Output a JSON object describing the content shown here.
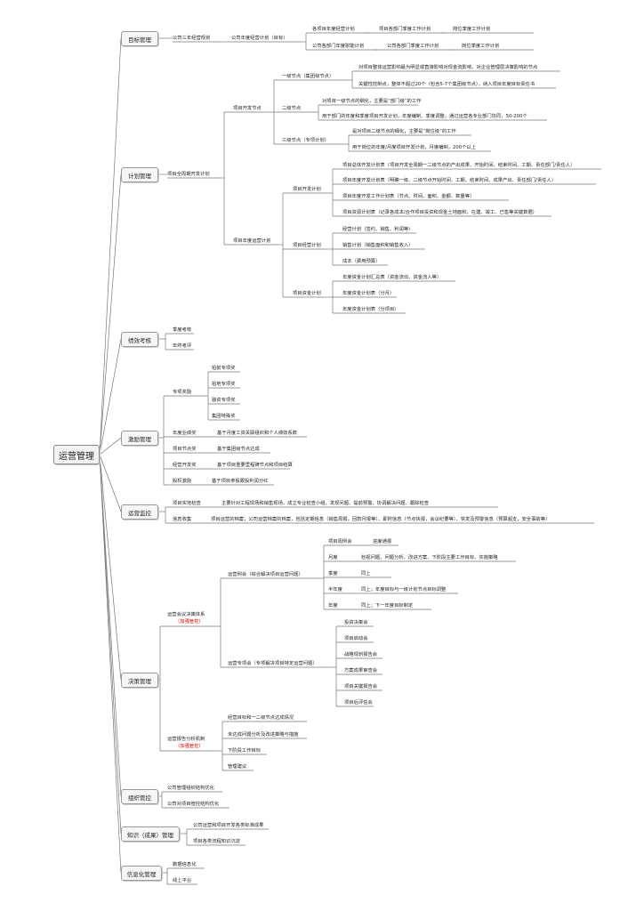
{
  "root": "运营管理",
  "branches": [
    {
      "label": "目标管理",
      "children": [
        {
          "label": "公司三年经营规划",
          "children": [
            {
              "label": "公司年度经营计划（目标）",
              "children": [
                {
                  "label": "各项目年度经营计划"
                },
                {
                  "label": "项目各部门季度工作计划"
                },
                {
                  "label": "岗位季度工作计划"
                },
                {
                  "label": "公司各部门年度职能计划"
                },
                {
                  "label": "公司各部门季度工作计划"
                },
                {
                  "label": "岗位季度工作计划"
                }
              ]
            }
          ]
        }
      ]
    },
    {
      "label": "计划管理",
      "children": [
        {
          "label": "项目全周期开发计划",
          "children": [
            {
              "label": "项目开发节点",
              "children": [
                {
                  "label": "一级节点（集团级节点）",
                  "children": [
                    {
                      "label": "对项目整体运营影响最为明显或直接影响对现金流影响、对企业管理层决策影响的节点"
                    },
                    {
                      "label": "关键性控制点，整体不超过20个（包含5-7个集团级节点），纳入项目年度目标责任书"
                    }
                  ]
                },
                {
                  "label": "二级节点",
                  "children": [
                    {
                      "label": "对项目一级节点的细化，主要是“部门级”的工作"
                    },
                    {
                      "label": "用于部门的年度和季度项目开发计划，年度编制、季度调整，通过运营各专业部门协同，50-200个"
                    }
                  ]
                },
                {
                  "label": "三级节点（专项计划）",
                  "children": [
                    {
                      "label": "是对项目二级节点的细化，主要是“岗位级”的工作"
                    },
                    {
                      "label": "用于岗位的年度/月度项目开发计划，月度编制，200个以上"
                    }
                  ]
                }
              ]
            },
            {
              "label": "项目年度运营计划",
              "children": [
                {
                  "label": "项目开发计划",
                  "children": [
                    {
                      "label": "项目总体开发计划表（项目开发全周期一二级节点的产出成果、开始时间、结束时间、工期、责任部门/责任人）"
                    },
                    {
                      "label": "项目年度开发计划表（明确一级、二级节点开始时间、工期、结束时间、成果产出、责任部门/责任人）"
                    },
                    {
                      "label": "项目年度开发工作计划表（节点、时间、面积、金额、数量等）"
                    },
                    {
                      "label": "项目资源计划表（记录各成本/合作项目投资和现金土地面积、在建、竣工、已售等关键数据）"
                    }
                  ]
                },
                {
                  "label": "项目经营计划",
                  "children": [
                    {
                      "label": "经营计划（签约、销售、利润等）"
                    },
                    {
                      "label": "销售计划（销售面积和销售收入）"
                    },
                    {
                      "label": "成本（费用预算）"
                    }
                  ]
                },
                {
                  "label": "项目资金计划",
                  "children": [
                    {
                      "label": "年度资金计划汇总表（资金流出、资金流入等）"
                    },
                    {
                      "label": "年度资金计划表（分月）"
                    },
                    {
                      "label": "年度资金计划表（分项目）"
                    }
                  ]
                }
              ]
            }
          ]
        }
      ]
    },
    {
      "label": "绩效考核",
      "children": [
        {
          "label": "季度考核"
        },
        {
          "label": "年终考评"
        }
      ]
    },
    {
      "label": "激励管理",
      "children": [
        {
          "label": "专项奖励",
          "children": [
            {
              "label": "拍前专项奖"
            },
            {
              "label": "拍地专项奖"
            },
            {
              "label": "融资专项奖"
            },
            {
              "label": "集团特殊奖"
            }
          ]
        },
        {
          "label": "年度业绩奖",
          "note": "基于月度工资关联组织和个人绩效系数"
        },
        {
          "label": "项目节点奖",
          "note": "基于集团级节点达成"
        },
        {
          "label": "经营开发奖",
          "note": "基于项目重要里程碑节点和项目结算"
        },
        {
          "label": "股权激励",
          "note": "基于项目参股跟投利润分红"
        }
      ]
    },
    {
      "label": "运营监控",
      "children": [
        {
          "label": "项目实地检查",
          "note": "主要针对工程现场和销售现场，成立专业检查小组，发现问题、提前预警、协调解决问题、跟踪检查"
        },
        {
          "label": "信息收集",
          "note": "项目运营的档案，公司运营档案的档案，包括定期信息（销售周报，回款月报等）、即时信息（节点快报，会议纪要等）、突发及预警信息（预算超支，安全事故等）"
        }
      ]
    },
    {
      "label": "决策管理",
      "children": [
        {
          "label": "运营会议决策体系",
          "sublabel": "（加强管控）",
          "children": [
            {
              "label": "运营例会（综合解决项目运营问题）",
              "children": [
                {
                  "label": "项目周例会",
                  "note": "进度通报"
                },
                {
                  "label": "月度",
                  "note": "检视问题、问题分析、改进方案、下阶段主要工作目标、实施策略"
                },
                {
                  "label": "季度",
                  "note": "同上"
                },
                {
                  "label": "半年度",
                  "note": "同上；年度目标与一级计划节点目标调整"
                },
                {
                  "label": "年度",
                  "note": "同上；下一年度目标制定"
                }
              ]
            },
            {
              "label": "运营专项会（专项解决项目特定运营问题）",
              "children": [
                {
                  "label": "投资决策会"
                },
                {
                  "label": "项目启动会"
                },
                {
                  "label": "战略规划报告会"
                },
                {
                  "label": "方案成果审查会"
                },
                {
                  "label": "项目关键报告会"
                },
                {
                  "label": "项目后评估会"
                }
              ]
            }
          ]
        },
        {
          "label": "运营报告分析机制",
          "sublabel": "（加强管控）",
          "children": [
            {
              "label": "经营目标和一二级节点达成情况"
            },
            {
              "label": "未达成问题分析及改进策略与措施"
            },
            {
              "label": "下阶段工作目标"
            },
            {
              "label": "管理建议"
            }
          ]
        }
      ]
    },
    {
      "label": "组织管控",
      "children": [
        {
          "label": "公司管理组织结构优化"
        },
        {
          "label": "公司对项目管控结构优化"
        }
      ]
    },
    {
      "label": "知识（成果）管理",
      "children": [
        {
          "label": "公司运营和项目开发各类标准成果"
        },
        {
          "label": "项目各类流程知识沉淀"
        }
      ]
    },
    {
      "label": "信息化管理",
      "children": [
        {
          "label": "数据信息化"
        },
        {
          "label": "线上平台"
        }
      ]
    }
  ]
}
